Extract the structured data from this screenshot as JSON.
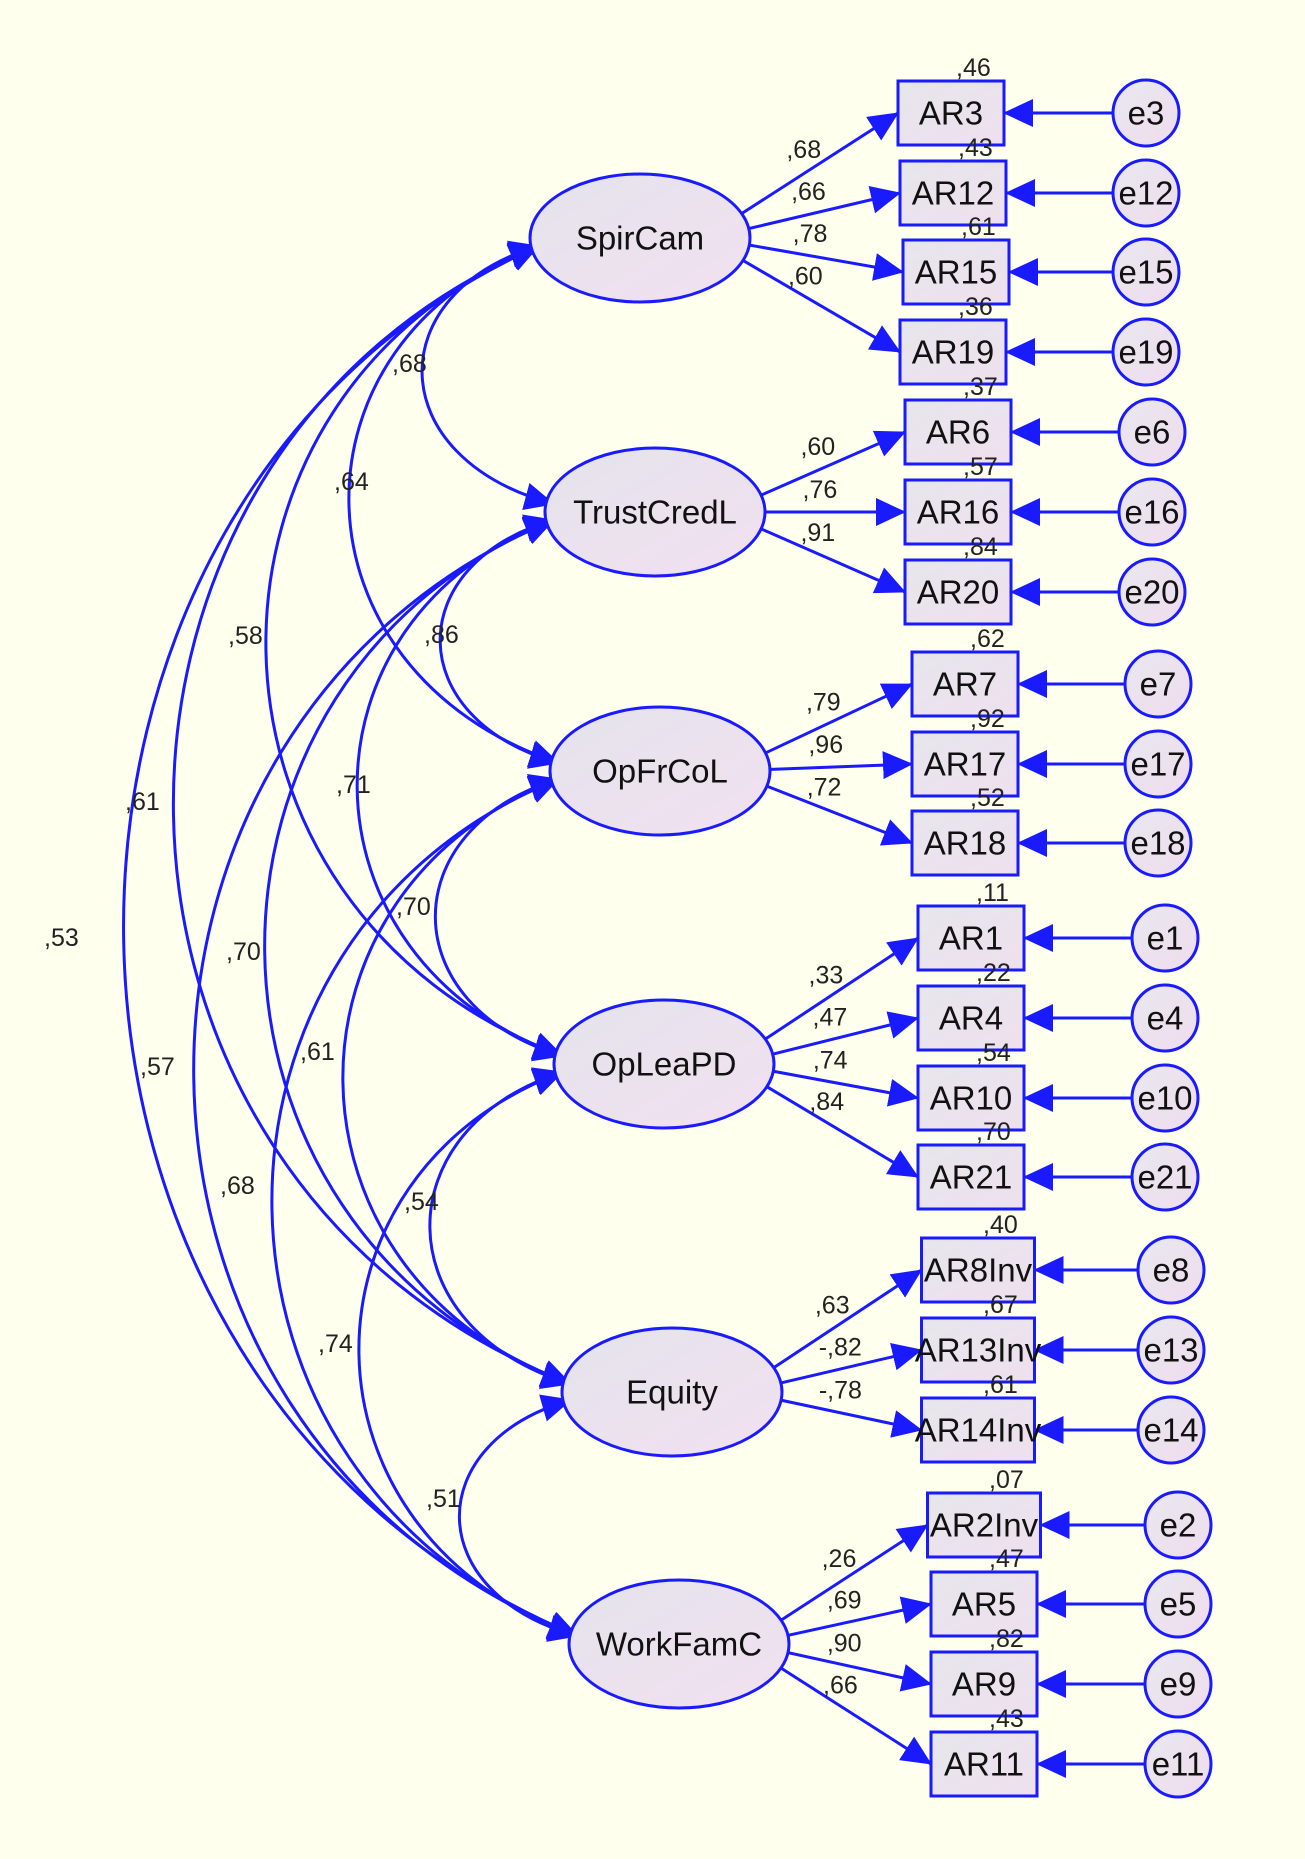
{
  "latents": [
    {
      "id": "L1",
      "label": "SpirCam"
    },
    {
      "id": "L2",
      "label": "TrustCredL"
    },
    {
      "id": "L3",
      "label": "OpFrCoL"
    },
    {
      "id": "L4",
      "label": "OpLeaPD"
    },
    {
      "id": "L5",
      "label": "Equity"
    },
    {
      "id": "L6",
      "label": "WorkFamC"
    }
  ],
  "indicators": [
    {
      "label": "AR3",
      "latent": "L1",
      "loading": ",68",
      "r2": ",46",
      "error": "e3"
    },
    {
      "label": "AR12",
      "latent": "L1",
      "loading": ",66",
      "r2": ",43",
      "error": "e12"
    },
    {
      "label": "AR15",
      "latent": "L1",
      "loading": ",78",
      "r2": ",61",
      "error": "e15"
    },
    {
      "label": "AR19",
      "latent": "L1",
      "loading": ",60",
      "r2": ",36",
      "error": "e19"
    },
    {
      "label": "AR6",
      "latent": "L2",
      "loading": ",60",
      "r2": ",37",
      "error": "e6"
    },
    {
      "label": "AR16",
      "latent": "L2",
      "loading": ",76",
      "r2": ",57",
      "error": "e16"
    },
    {
      "label": "AR20",
      "latent": "L2",
      "loading": ",91",
      "r2": ",84",
      "error": "e20"
    },
    {
      "label": "AR7",
      "latent": "L3",
      "loading": ",79",
      "r2": ",62",
      "error": "e7"
    },
    {
      "label": "AR17",
      "latent": "L3",
      "loading": ",96",
      "r2": ",92",
      "error": "e17"
    },
    {
      "label": "AR18",
      "latent": "L3",
      "loading": ",72",
      "r2": ",52",
      "error": "e18"
    },
    {
      "label": "AR1",
      "latent": "L4",
      "loading": ",33",
      "r2": ",11",
      "error": "e1"
    },
    {
      "label": "AR4",
      "latent": "L4",
      "loading": ",47",
      "r2": ",22",
      "error": "e4"
    },
    {
      "label": "AR10",
      "latent": "L4",
      "loading": ",74",
      "r2": ",54",
      "error": "e10"
    },
    {
      "label": "AR21",
      "latent": "L4",
      "loading": ",84",
      "r2": ",70",
      "error": "e21"
    },
    {
      "label": "AR8Inv",
      "latent": "L5",
      "loading": ",63",
      "r2": ",40",
      "error": "e8"
    },
    {
      "label": "AR13Inv",
      "latent": "L5",
      "loading": "-,82",
      "r2": ",67",
      "error": "e13"
    },
    {
      "label": "AR14Inv",
      "latent": "L5",
      "loading": "-,78",
      "r2": ",61",
      "error": "e14"
    },
    {
      "label": "AR2Inv",
      "latent": "L6",
      "loading": ",26",
      "r2": ",07",
      "error": "e2"
    },
    {
      "label": "AR5",
      "latent": "L6",
      "loading": ",69",
      "r2": ",47",
      "error": "e5"
    },
    {
      "label": "AR9",
      "latent": "L6",
      "loading": ",90",
      "r2": ",82",
      "error": "e9"
    },
    {
      "label": "AR11",
      "latent": "L6",
      "loading": ",66",
      "r2": ",43",
      "error": "e11"
    }
  ],
  "covariances": [
    {
      "from": "L1",
      "to": "L2",
      "value": ",68"
    },
    {
      "from": "L1",
      "to": "L3",
      "value": ",64"
    },
    {
      "from": "L1",
      "to": "L4",
      "value": ",58"
    },
    {
      "from": "L1",
      "to": "L5",
      "value": ",61"
    },
    {
      "from": "L1",
      "to": "L6",
      "value": ",53"
    },
    {
      "from": "L2",
      "to": "L3",
      "value": ",86"
    },
    {
      "from": "L2",
      "to": "L4",
      "value": ",71"
    },
    {
      "from": "L2",
      "to": "L5",
      "value": ",70"
    },
    {
      "from": "L2",
      "to": "L6",
      "value": ",57"
    },
    {
      "from": "L3",
      "to": "L4",
      "value": ",70"
    },
    {
      "from": "L3",
      "to": "L5",
      "value": ",61"
    },
    {
      "from": "L3",
      "to": "L6",
      "value": ",68"
    },
    {
      "from": "L4",
      "to": "L5",
      "value": ",54"
    },
    {
      "from": "L4",
      "to": "L6",
      "value": ",74"
    },
    {
      "from": "L5",
      "to": "L6",
      "value": ",51"
    }
  ],
  "colors": {
    "line": "#1a1aff",
    "background": "#ffffee"
  }
}
